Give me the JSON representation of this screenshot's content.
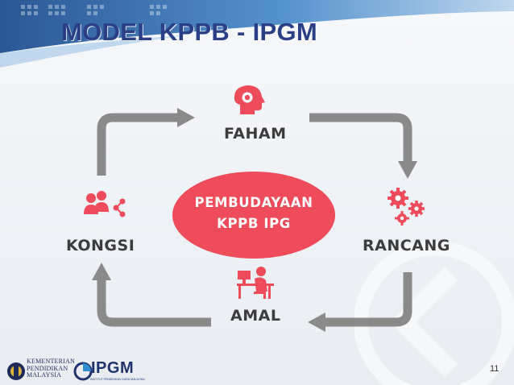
{
  "slide": {
    "title": "MODEL KPPB - IPGM",
    "page_number": "11"
  },
  "diagram": {
    "center": {
      "line1": "PEMBUDAYAAN",
      "line2": "KPPB IPG"
    },
    "nodes": {
      "faham": "FAHAM",
      "rancang": "RANCANG",
      "amal": "AMAL",
      "kongsi": "KONGSI"
    },
    "icons": {
      "faham": "head-brain-icon",
      "rancang": "gears-icon",
      "amal": "person-at-desk-icon",
      "kongsi": "people-share-icon"
    },
    "colors": {
      "accent": "#ee4b5b",
      "arrow": "#8a8a8a",
      "title": "#2a3f86"
    }
  },
  "footer": {
    "ministry_lines": [
      "KEMENTERIAN",
      "PENDIDIKAN",
      "MALAYSIA"
    ],
    "ipgm_logo": "IPGM",
    "ipgm_subtext": "INSTITUT PENDIDIKAN GURU MALAYSIA"
  }
}
